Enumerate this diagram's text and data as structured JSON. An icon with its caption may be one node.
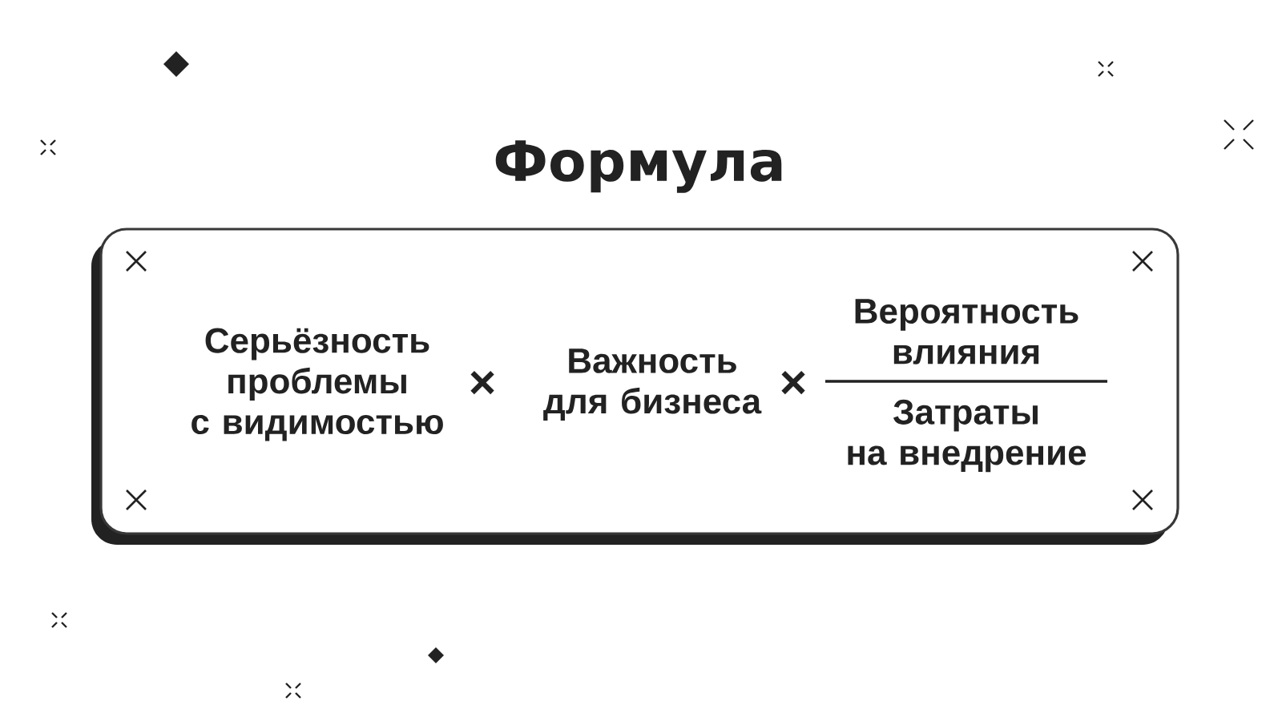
{
  "diagram": {
    "title": "Формула",
    "nodes": [
      {
        "text": [
          "Серьёзность проблемы с видимостью",
          "×",
          "Важность для бизнеса",
          "×",
          "Вероятность влияния",
          "Затраты на внедрение"
        ]
      }
    ]
  }
}
